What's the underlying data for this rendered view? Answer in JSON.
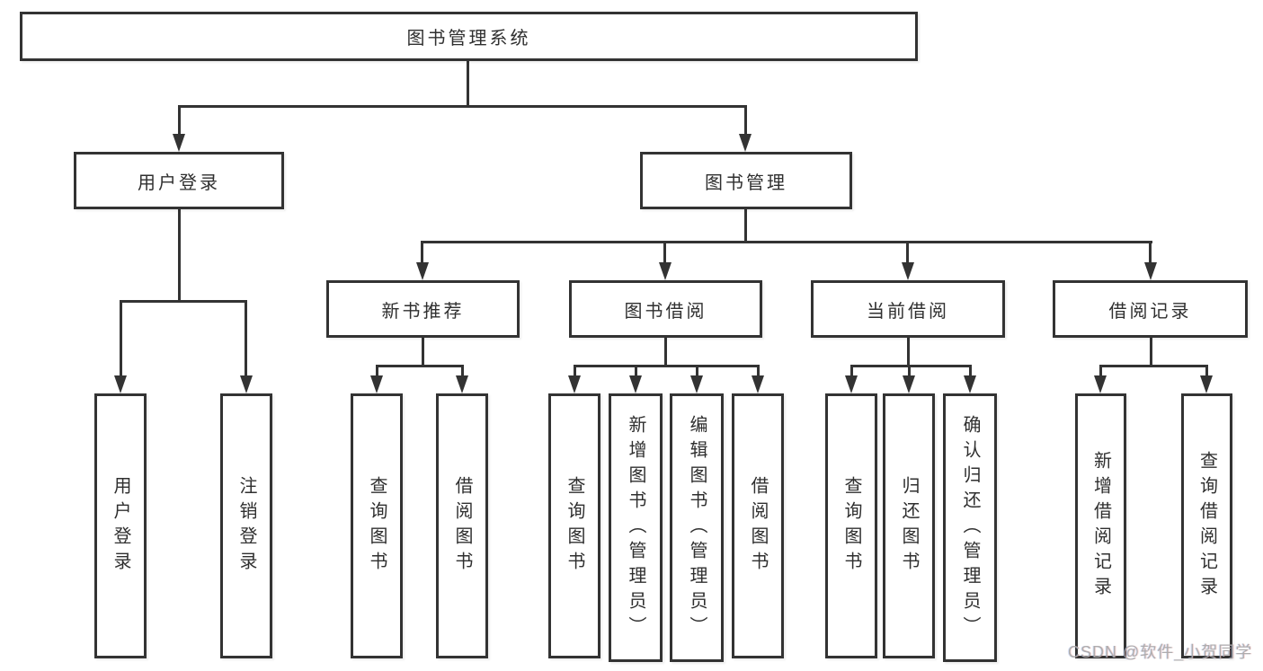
{
  "tree": {
    "label": "图书管理系统",
    "children": [
      {
        "label": "用户登录",
        "children": [
          {
            "label": "用户登录"
          },
          {
            "label": "注销登录"
          }
        ]
      },
      {
        "label": "图书管理",
        "children": [
          {
            "label": "新书推荐",
            "children": [
              {
                "label": "查询图书"
              },
              {
                "label": "借阅图书"
              }
            ]
          },
          {
            "label": "图书借阅",
            "children": [
              {
                "label": "查询图书"
              },
              {
                "label": "新增图书（管理员）"
              },
              {
                "label": "编辑图书（管理员）"
              },
              {
                "label": "借阅图书"
              }
            ]
          },
          {
            "label": "当前借阅",
            "children": [
              {
                "label": "查询图书"
              },
              {
                "label": "归还图书"
              },
              {
                "label": "确认归还（管理员）"
              }
            ]
          },
          {
            "label": "借阅记录",
            "children": [
              {
                "label": "新增借阅记录"
              },
              {
                "label": "查询借阅记录"
              }
            ]
          }
        ]
      }
    ]
  },
  "watermark": {
    "text": "CSDN @软件_小贺同学"
  },
  "colors": {
    "line": "#333333",
    "box_border": "#333333",
    "box_fill": "#ffffff",
    "text": "#2f2f2f",
    "watermark": "#ababab",
    "background": "#ffffff"
  }
}
